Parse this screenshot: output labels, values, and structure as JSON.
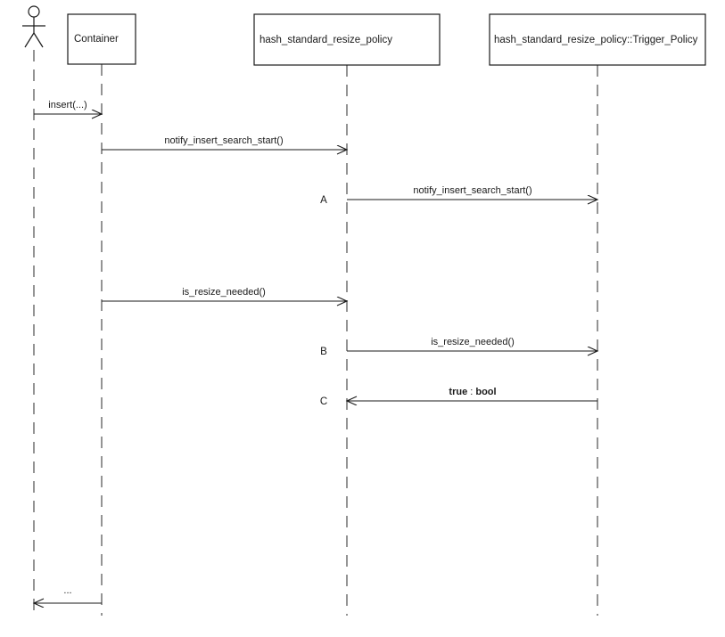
{
  "colors": {
    "background": "#ffffff",
    "line": "#1a1a1a",
    "lifeline": "#666666",
    "box_fill": "#ffffff",
    "text": "#1a1a1a"
  },
  "actor": {
    "name": "actor",
    "kind": "stick-figure"
  },
  "participants": [
    {
      "label": "Container"
    },
    {
      "label": "hash_standard_resize_policy"
    },
    {
      "label": "hash_standard_resize_policy::Trigger_Policy"
    }
  ],
  "messages": [
    {
      "label": "insert(...)",
      "from": "actor",
      "to": "Container",
      "direction": "right"
    },
    {
      "label": "notify_insert_search_start()",
      "from": "Container",
      "to": "hash_standard_resize_policy",
      "direction": "right"
    },
    {
      "marker": "A",
      "label": "notify_insert_search_start()",
      "from": "hash_standard_resize_policy",
      "to": "hash_standard_resize_policy::Trigger_Policy",
      "direction": "right"
    },
    {
      "label": "is_resize_needed()",
      "from": "Container",
      "to": "hash_standard_resize_policy",
      "direction": "right"
    },
    {
      "marker": "B",
      "label": "is_resize_needed()",
      "from": "hash_standard_resize_policy",
      "to": "hash_standard_resize_policy::Trigger_Policy",
      "direction": "right"
    },
    {
      "marker": "C",
      "return_value": "true",
      "separator": " : ",
      "return_type": "bool",
      "from": "hash_standard_resize_policy::Trigger_Policy",
      "to": "hash_standard_resize_policy",
      "direction": "left"
    },
    {
      "label": "...",
      "from": "Container",
      "to": "actor",
      "direction": "left"
    }
  ]
}
